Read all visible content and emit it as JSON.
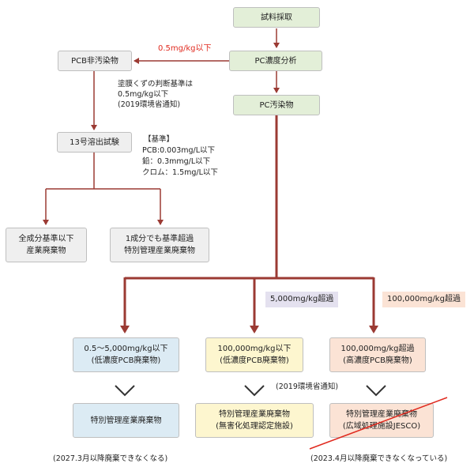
{
  "nodes": {
    "sampling": "試料採取",
    "pc_analysis": "PC濃度分析",
    "pcb_non_contaminated": "PCB非汚染物",
    "pc_contaminated": "PC汚染物",
    "elution_test": "13号溶出試験",
    "all_below_line1": "全成分基準以下",
    "all_below_line2": "産業廃棄物",
    "one_exceeds_line1": "1成分でも基準超過",
    "one_exceeds_line2": "特別管理産業廃棄物",
    "low_range_line1": "0.5～5,000mg/kg以下",
    "low_range_line2": "(低濃度PCB廃棄物)",
    "mid_range_line1": "100,000mg/kg以下",
    "mid_range_line2": "(低濃度PCB廃棄物)",
    "high_range_line1": "100,000mg/kg超過",
    "high_range_line2": "(高濃度PCB廃棄物)",
    "result_low": "特別管理産業廃棄物",
    "result_mid_line1": "特別管理産業廃棄物",
    "result_mid_line2": "(無害化処理認定施設)",
    "result_high_line1": "特別管理産業廃棄物",
    "result_high_line2": "(広域処理施設JESCO)"
  },
  "labels": {
    "threshold": "0.5mg/kg以下",
    "paint_note_line1": "塗膜くずの判断基準は",
    "paint_note_line2": "0.5mg/kg以下",
    "paint_note_line3": "(2019環境省通知)",
    "criteria_title": "【基準】",
    "criteria_pcb": "PCB:0.003mg/L以下",
    "criteria_lead": "鉛：0.3mmg/L以下",
    "criteria_chrome": "クロム：1.5mg/L以下",
    "mid_label": "5,000mg/kg超過",
    "high_label": "100,000mg/kg超過",
    "ministry_note": "(2019環境省通知)",
    "deadline_low": "(2027.3月以降廃棄できなくなる)",
    "deadline_high": "(2023.4月以降廃棄できなくなっている)"
  },
  "colors": {
    "arrow": "#9b3a33",
    "strike": "#e02a1f",
    "threshold_text": "#e02a1f"
  }
}
